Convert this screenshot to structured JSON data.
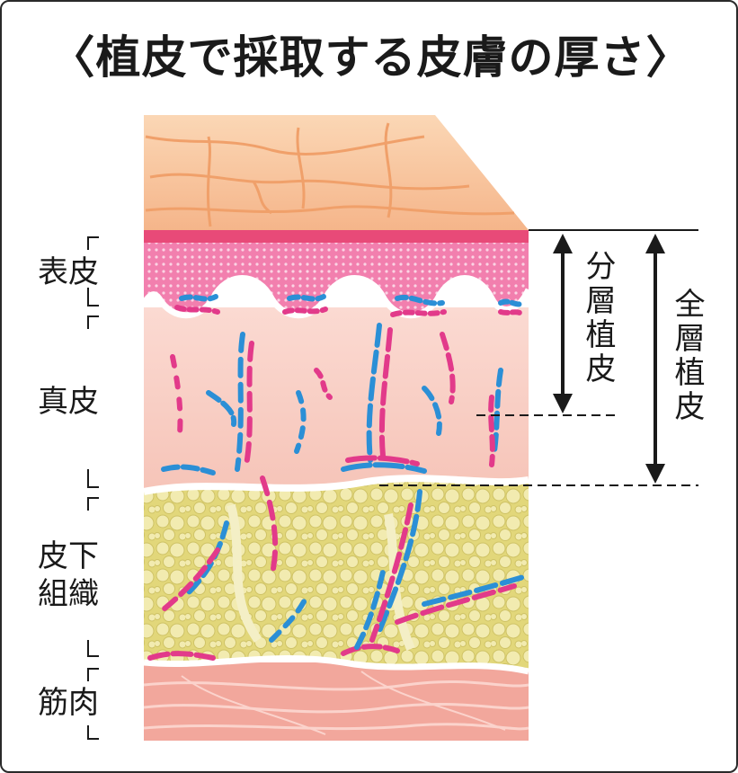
{
  "title": "〈植皮で採取する皮膚の厚さ〉",
  "layers": {
    "epidermis": "表皮",
    "dermis": "真皮",
    "subcutis_line1": "皮下",
    "subcutis_line2": "組織",
    "muscle": "筋肉"
  },
  "graft_types": {
    "split_thickness": "分層植皮",
    "full_thickness": "全層植皮"
  },
  "colors": {
    "surface": "#f7c39a",
    "epidermis": "#f08fb0",
    "dermis": "#f8cfc5",
    "fat": "#ede39a",
    "muscle": "#f0a39a",
    "vessel_blue": "#2b8fd6",
    "vessel_pink": "#e23a8a"
  }
}
